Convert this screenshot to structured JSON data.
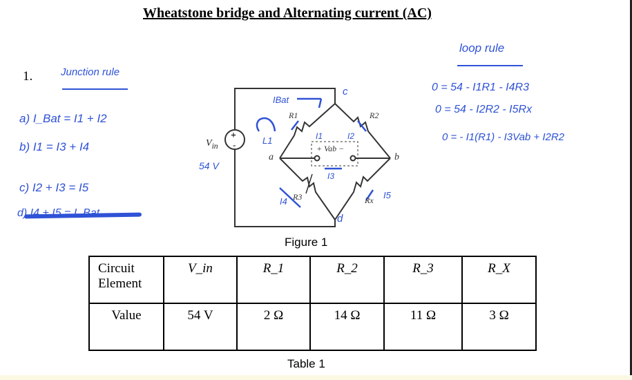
{
  "title": "Wheatstone bridge and Alternating current (AC)",
  "problem_number": "1.",
  "notes": {
    "junction_heading": "Junction rule",
    "junction": [
      "a) I_Bat = I1 + I2",
      "b) I1 = I3 + I4",
      "c) I2 + I3 = I5",
      "d) I4 + I5 = I_Bat"
    ],
    "loop_heading": "loop rule",
    "loop": [
      "0 = 54 - I1R1 - I4R3",
      "0 = 54 - I2R2 - I5Rx",
      "0 = - I1(R1) - I3Vab + I2R2"
    ]
  },
  "figure": {
    "caption": "Figure 1",
    "labels": {
      "vin": "V",
      "vin_sub": "in",
      "a": "a",
      "b": "b",
      "r1": "R1",
      "r2": "R2",
      "r3": "R3",
      "rx": "Rx",
      "vab": "+ Vab −"
    },
    "annotations": {
      "ibat": "IBat",
      "c": "c",
      "d": "d",
      "l1": "L1",
      "i1": "I1",
      "i2": "I2",
      "i3": "I3",
      "i4": "I4",
      "i5": "I5",
      "vin_value": "54 V"
    }
  },
  "table": {
    "caption": "Table 1",
    "header_label": [
      "Circuit",
      "Element"
    ],
    "columns": [
      "V_in",
      "R_1",
      "R_2",
      "R_3",
      "R_X"
    ],
    "row_label": "Value",
    "values": [
      "54 V",
      "2 Ω",
      "14 Ω",
      "11 Ω",
      "3 Ω"
    ]
  },
  "colors": {
    "ink": "#2f52d6"
  }
}
